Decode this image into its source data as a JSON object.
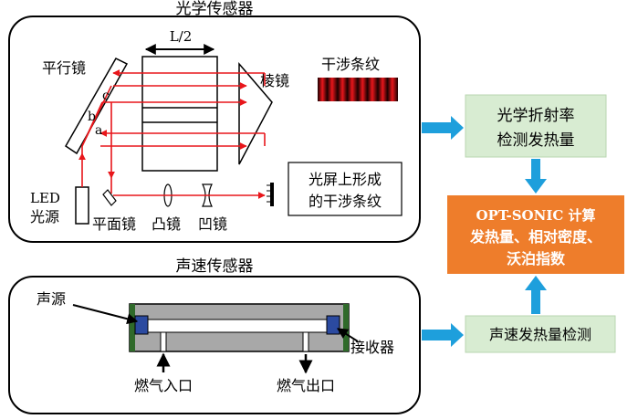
{
  "optical_panel": {
    "title": "光学传感器",
    "length_label": "L/2",
    "parallel_mirror": "平行镜",
    "prism": "棱镜",
    "fringe_label": "干涉条纹",
    "point_a": "a",
    "point_b": "b",
    "point_c": "c",
    "led_line1": "LED",
    "led_line2": "光源",
    "plane_mirror": "平面镜",
    "convex_lens": "凸镜",
    "concave_lens": "凹镜",
    "screen_line1": "光屏上形成",
    "screen_line2": "的干涉条纹"
  },
  "sonic_panel": {
    "title": "声速传感器",
    "sound_source": "声源",
    "receiver": "接收器",
    "gas_inlet": "燃气入口",
    "gas_outlet": "燃气出口"
  },
  "flow": {
    "optical_box_line1": "光学折射率",
    "optical_box_line2": "检测发热量",
    "calc_box_line1": "OPT-SONIC 计算",
    "calc_box_line2": "发热量、相对密度、",
    "calc_box_line3": "沃泊指数",
    "sonic_box": "声速发热量检测"
  },
  "colors": {
    "beam": "#e8161b",
    "arrow_blue": "#1e9fdc",
    "flow_box_fill": "#d8ecd2",
    "calc_box_fill": "#ee7d2b",
    "tube_fill": "#a8a8a8",
    "tube_end_fill": "#2f6a2a",
    "transducer_fill": "#2b4aa0"
  }
}
